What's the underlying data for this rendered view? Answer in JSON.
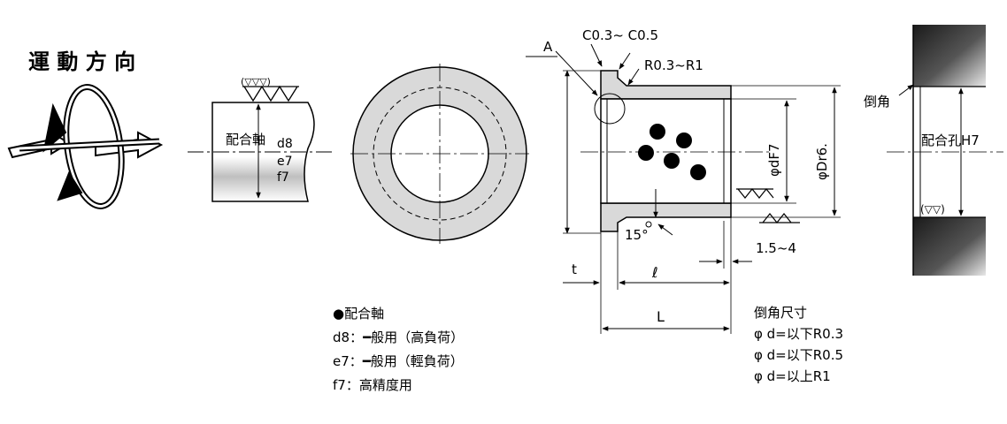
{
  "motion": {
    "title": "運 動 方 向"
  },
  "shaft": {
    "label": "配合軸",
    "grades": [
      "d8",
      "e7",
      "f7"
    ],
    "finish_mark": "(▽▽▽)"
  },
  "bushing": {
    "chamfer_label": "C0.3~ C0.5",
    "detail_label": "A",
    "radius_label": "R0.3~R1",
    "inner_dia_label": "φdF7",
    "outer_dia_label": "φDr6.",
    "angle_label": "15°",
    "thread_label": "1.5~4",
    "flange_label": "t",
    "length_small": "ℓ",
    "length_total": "L",
    "finish_mark_inner": "▽▽▽",
    "finish_mark_outer": "▽▽"
  },
  "housing": {
    "chamfer_label": "倒角",
    "hole_label": "配合孔H7",
    "finish_mark": "(▽▽)"
  },
  "notes_left": {
    "heading": "●配合軸",
    "lines": [
      "d8：━般用（高負荷）",
      "e7：━般用（輕負荷）",
      "f7：高精度用"
    ]
  },
  "notes_right": {
    "heading": "倒角尺寸",
    "lines": [
      "φ d=以下R0.3",
      "φ d=以下R0.5",
      "φ d=以上R1"
    ]
  },
  "colors": {
    "gray_fill": "#d9d9d9",
    "dark_block": "#2a2a2a",
    "ink": "#000000"
  }
}
